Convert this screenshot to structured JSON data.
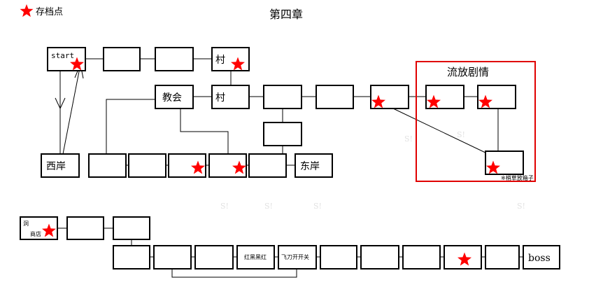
{
  "title": "第四章",
  "legend": {
    "label": "存档点",
    "icon": "red-star-icon",
    "color": "#ff0000"
  },
  "region": {
    "title": "流放剧情",
    "color": "#e00000"
  },
  "node_labels": {
    "start": "start",
    "village1": "村",
    "church": "教会",
    "village2": "村",
    "west_shore": "西岸",
    "east_shore": "东岸",
    "note": "※梢草放箱子",
    "shop_top": "洞",
    "shop_bottom": "商店",
    "red_black": "红黑黑红",
    "fly_blade": "飞刀开开关",
    "boss": "boss"
  },
  "watermark": "S!"
}
